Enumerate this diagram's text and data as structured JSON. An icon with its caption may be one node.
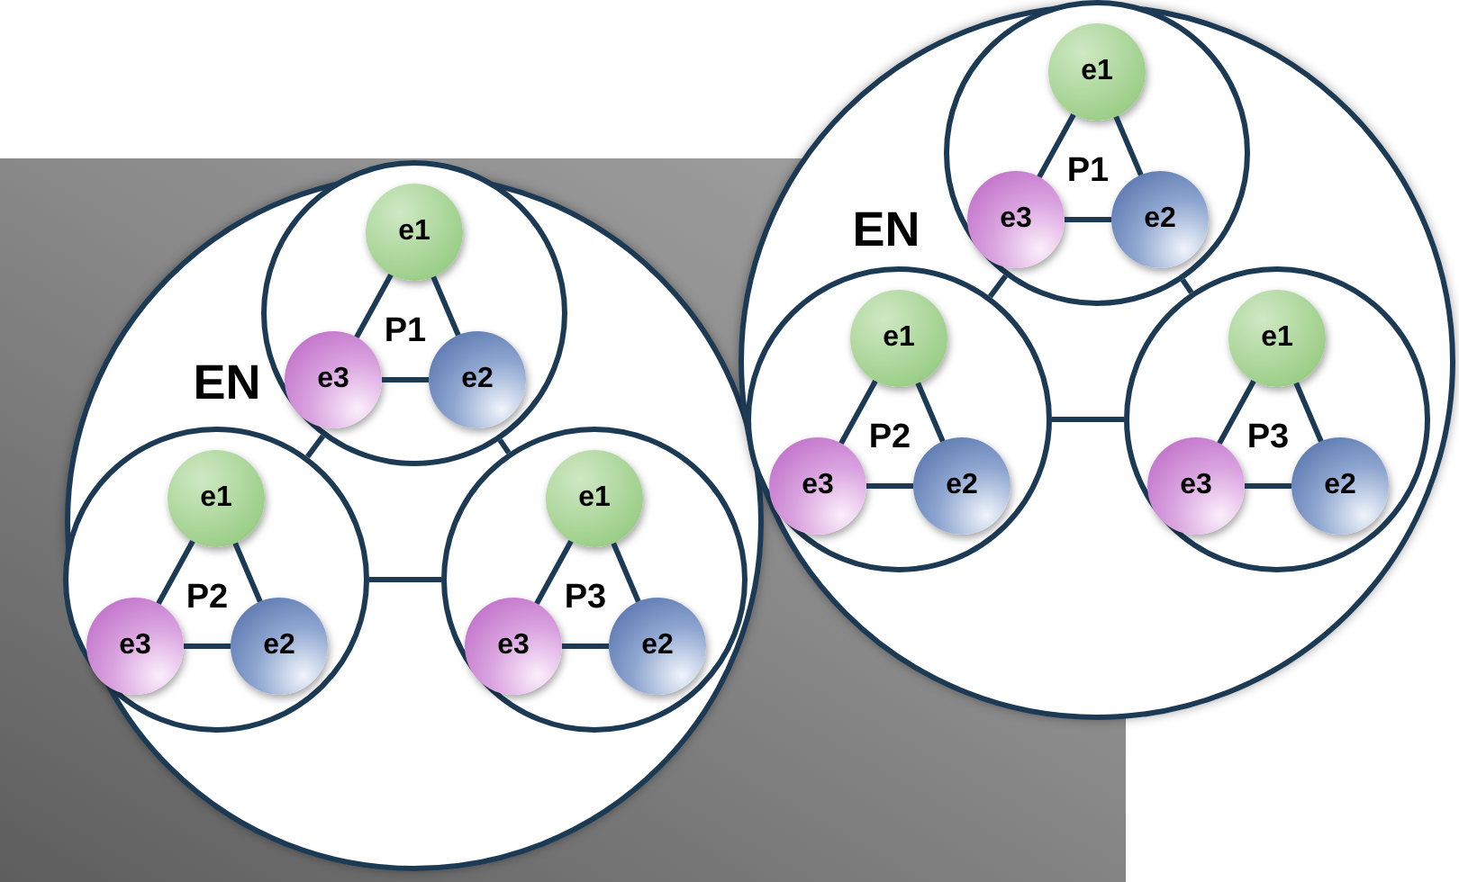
{
  "diagram": {
    "nodes": [
      {
        "text": [
          "EN"
        ]
      },
      {
        "text": [
          "P1"
        ],
        "in": 0
      },
      {
        "text": [
          "e1"
        ],
        "in": 1
      },
      {
        "text": [
          "e2"
        ],
        "in": 1
      },
      {
        "text": [
          "e3"
        ],
        "in": 1
      },
      {
        "text": [
          "P2"
        ],
        "in": 0
      },
      {
        "text": [
          "e1"
        ],
        "in": 5
      },
      {
        "text": [
          "e2"
        ],
        "in": 5
      },
      {
        "text": [
          "e3"
        ],
        "in": 5
      },
      {
        "text": [
          "P3"
        ],
        "in": 0
      },
      {
        "text": [
          "e1"
        ],
        "in": 9
      },
      {
        "text": [
          "e2"
        ],
        "in": 9
      },
      {
        "text": [
          "e3"
        ],
        "in": 9
      },
      {
        "text": [
          "EN"
        ]
      },
      {
        "text": [
          "P1"
        ],
        "in": 13
      },
      {
        "text": [
          "e1"
        ],
        "in": 14
      },
      {
        "text": [
          "e2"
        ],
        "in": 14
      },
      {
        "text": [
          "e3"
        ],
        "in": 14
      },
      {
        "text": [
          "P2"
        ],
        "in": 13
      },
      {
        "text": [
          "e1"
        ],
        "in": 18
      },
      {
        "text": [
          "e2"
        ],
        "in": 18
      },
      {
        "text": [
          "e3"
        ],
        "in": 18
      },
      {
        "text": [
          "P3"
        ],
        "in": 13
      },
      {
        "text": [
          "e1"
        ],
        "in": 22
      },
      {
        "text": [
          "e2"
        ],
        "in": 22
      },
      {
        "text": [
          "e3"
        ],
        "in": 22
      }
    ],
    "edges": [
      {
        "from": 2,
        "to": 3,
        "arrow": "none"
      },
      {
        "from": 3,
        "to": 4,
        "arrow": "none"
      },
      {
        "from": 4,
        "to": 2,
        "arrow": "none"
      },
      {
        "from": 6,
        "to": 7,
        "arrow": "none"
      },
      {
        "from": 7,
        "to": 8,
        "arrow": "none"
      },
      {
        "from": 8,
        "to": 6,
        "arrow": "none"
      },
      {
        "from": 10,
        "to": 11,
        "arrow": "none"
      },
      {
        "from": 11,
        "to": 12,
        "arrow": "none"
      },
      {
        "from": 12,
        "to": 10,
        "arrow": "none"
      },
      {
        "from": 1,
        "to": 5,
        "arrow": "none"
      },
      {
        "from": 5,
        "to": 9,
        "arrow": "none"
      },
      {
        "from": 9,
        "to": 1,
        "arrow": "none"
      },
      {
        "from": 15,
        "to": 16,
        "arrow": "none"
      },
      {
        "from": 16,
        "to": 17,
        "arrow": "none"
      },
      {
        "from": 17,
        "to": 15,
        "arrow": "none"
      },
      {
        "from": 19,
        "to": 20,
        "arrow": "none"
      },
      {
        "from": 20,
        "to": 21,
        "arrow": "none"
      },
      {
        "from": 21,
        "to": 19,
        "arrow": "none"
      },
      {
        "from": 23,
        "to": 24,
        "arrow": "none"
      },
      {
        "from": 24,
        "to": 25,
        "arrow": "none"
      },
      {
        "from": 25,
        "to": 23,
        "arrow": "none"
      },
      {
        "from": 14,
        "to": 18,
        "arrow": "none"
      },
      {
        "from": 18,
        "to": 22,
        "arrow": "none"
      },
      {
        "from": 22,
        "to": 14,
        "arrow": "none"
      }
    ]
  }
}
